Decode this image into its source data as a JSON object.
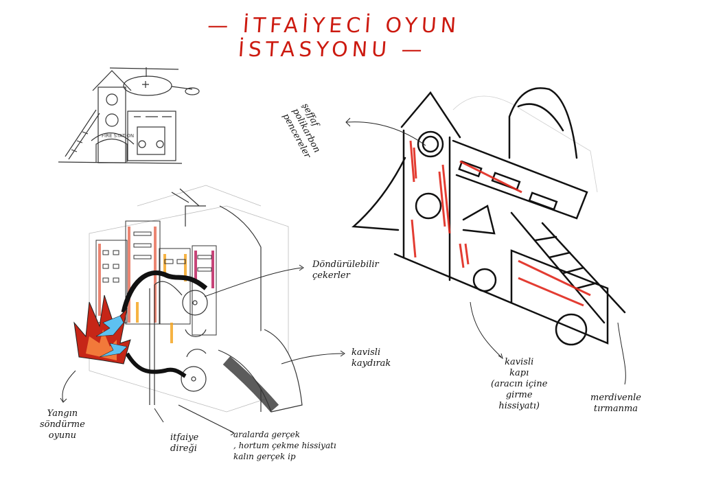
{
  "title": "— İTFAİYECİ OYUN İSTASYONU —",
  "colors": {
    "title_red": "#cc1a10",
    "accent_red": "#e0281c",
    "accent_orange": "#f5a623",
    "accent_pink": "#c2306a",
    "water_blue": "#5ec1f0",
    "ink": "#111111"
  },
  "sketches": [
    {
      "id": "reference-fire-station",
      "label": "FIRE STATION"
    },
    {
      "id": "building-hose-concept"
    },
    {
      "id": "firetruck-tower-concept"
    }
  ],
  "annotations": {
    "round_windows": "şeffaf\npolikarbon\npencereler",
    "turning_wheels": "Döndürülebilir\nçekerler",
    "curved_slide": "kavisli\nkaydırak",
    "fire_game": "Yangın\nsöndürme\noyunu",
    "fire_pole": "itfaiye\ndireği",
    "real_hoses": "aralarda gerçek\n, hortum çekme hissiyatı\nkalın gerçek ip",
    "curved_door": "kavisli\nkapı\n(aracın içine\ngirme\nhissiyatı)",
    "ladder_climb": "merdivenle\ntırmanma"
  }
}
